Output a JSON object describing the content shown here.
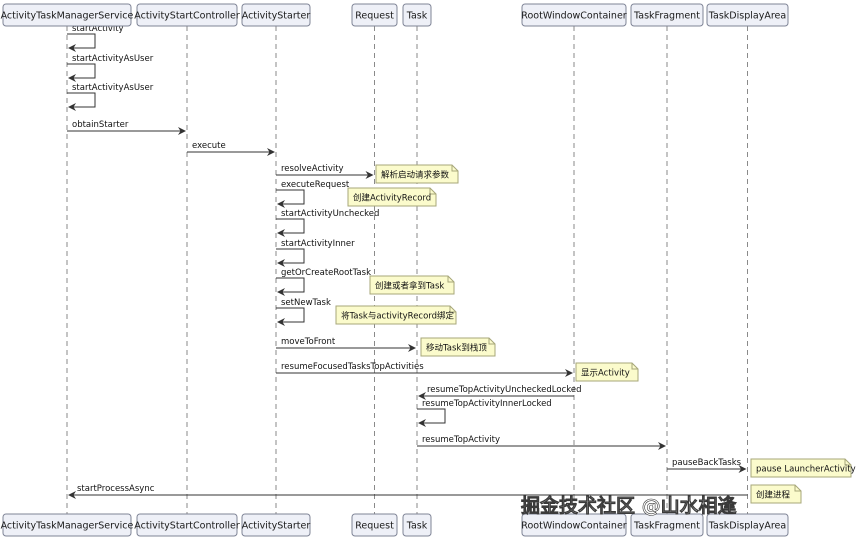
{
  "participants": [
    "ActivityTaskManagerService",
    "ActivityStartController",
    "ActivityStarter",
    "Request",
    "Task",
    "RootWindowContainer",
    "TaskFragment",
    "TaskDisplayArea"
  ],
  "messages": [
    {
      "from": 0,
      "to": 0,
      "label": "startActivity"
    },
    {
      "from": 0,
      "to": 0,
      "label": "startActivityAsUser"
    },
    {
      "from": 0,
      "to": 0,
      "label": "startActivityAsUser"
    },
    {
      "from": 0,
      "to": 1,
      "label": "obtainStarter"
    },
    {
      "from": 1,
      "to": 2,
      "label": "execute"
    },
    {
      "from": 2,
      "to": 3,
      "label": "resolveActivity",
      "note": "解析启动请求参数"
    },
    {
      "from": 2,
      "to": 2,
      "label": "executeRequest",
      "note": "创建ActivityRecord"
    },
    {
      "from": 2,
      "to": 2,
      "label": "startActivityUnchecked"
    },
    {
      "from": 2,
      "to": 2,
      "label": "startActivityInner"
    },
    {
      "from": 2,
      "to": 2,
      "label": "getOrCreateRootTask",
      "note": "创建或者拿到Task"
    },
    {
      "from": 2,
      "to": 2,
      "label": "setNewTask",
      "note": "将Task与activityRecord绑定"
    },
    {
      "from": 2,
      "to": 4,
      "label": "moveToFront",
      "note": "移动Task到栈顶"
    },
    {
      "from": 2,
      "to": 5,
      "label": "resumeFocusedTasksTopActivities",
      "note": "显示Activity"
    },
    {
      "from": 5,
      "to": 4,
      "label": "resumeTopActivityUncheckedLocked"
    },
    {
      "from": 4,
      "to": 4,
      "label": "resumeTopActivityInnerLocked"
    },
    {
      "from": 4,
      "to": 6,
      "label": "resumeTopActivity"
    },
    {
      "from": 6,
      "to": 7,
      "label": "pauseBackTasks",
      "note": "pause LauncherActivity"
    },
    {
      "from": 7,
      "to": 0,
      "label": "startProcessAsync",
      "note": "创建进程"
    }
  ],
  "watermark": "掘金技术社区 @山水相逢"
}
